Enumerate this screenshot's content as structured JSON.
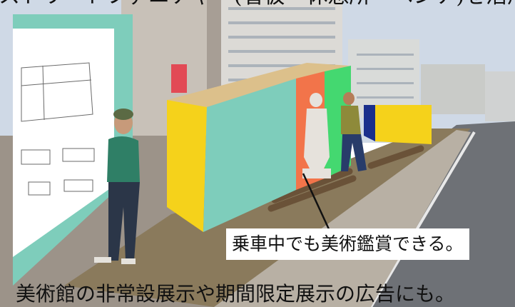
{
  "captions": {
    "top": "ストリートファニチャー(看板・休憩所・ベンチ)を活用した美術館の非常設展示。",
    "callout": "乗車中でも美術鑑賞できる。",
    "bottom": "美術館の非常設展示や期間限定展示の広告にも。"
  },
  "colors": {
    "panel_teal": "#7ecdbb",
    "panel_yellow": "#f5d21b",
    "panel_orange": "#f2744a",
    "panel_green": "#44d870",
    "panel_navy": "#1a2f8c",
    "box_top_tan": "#dcc08b",
    "sky": "#cfd9e6",
    "road": "#6e7176"
  }
}
